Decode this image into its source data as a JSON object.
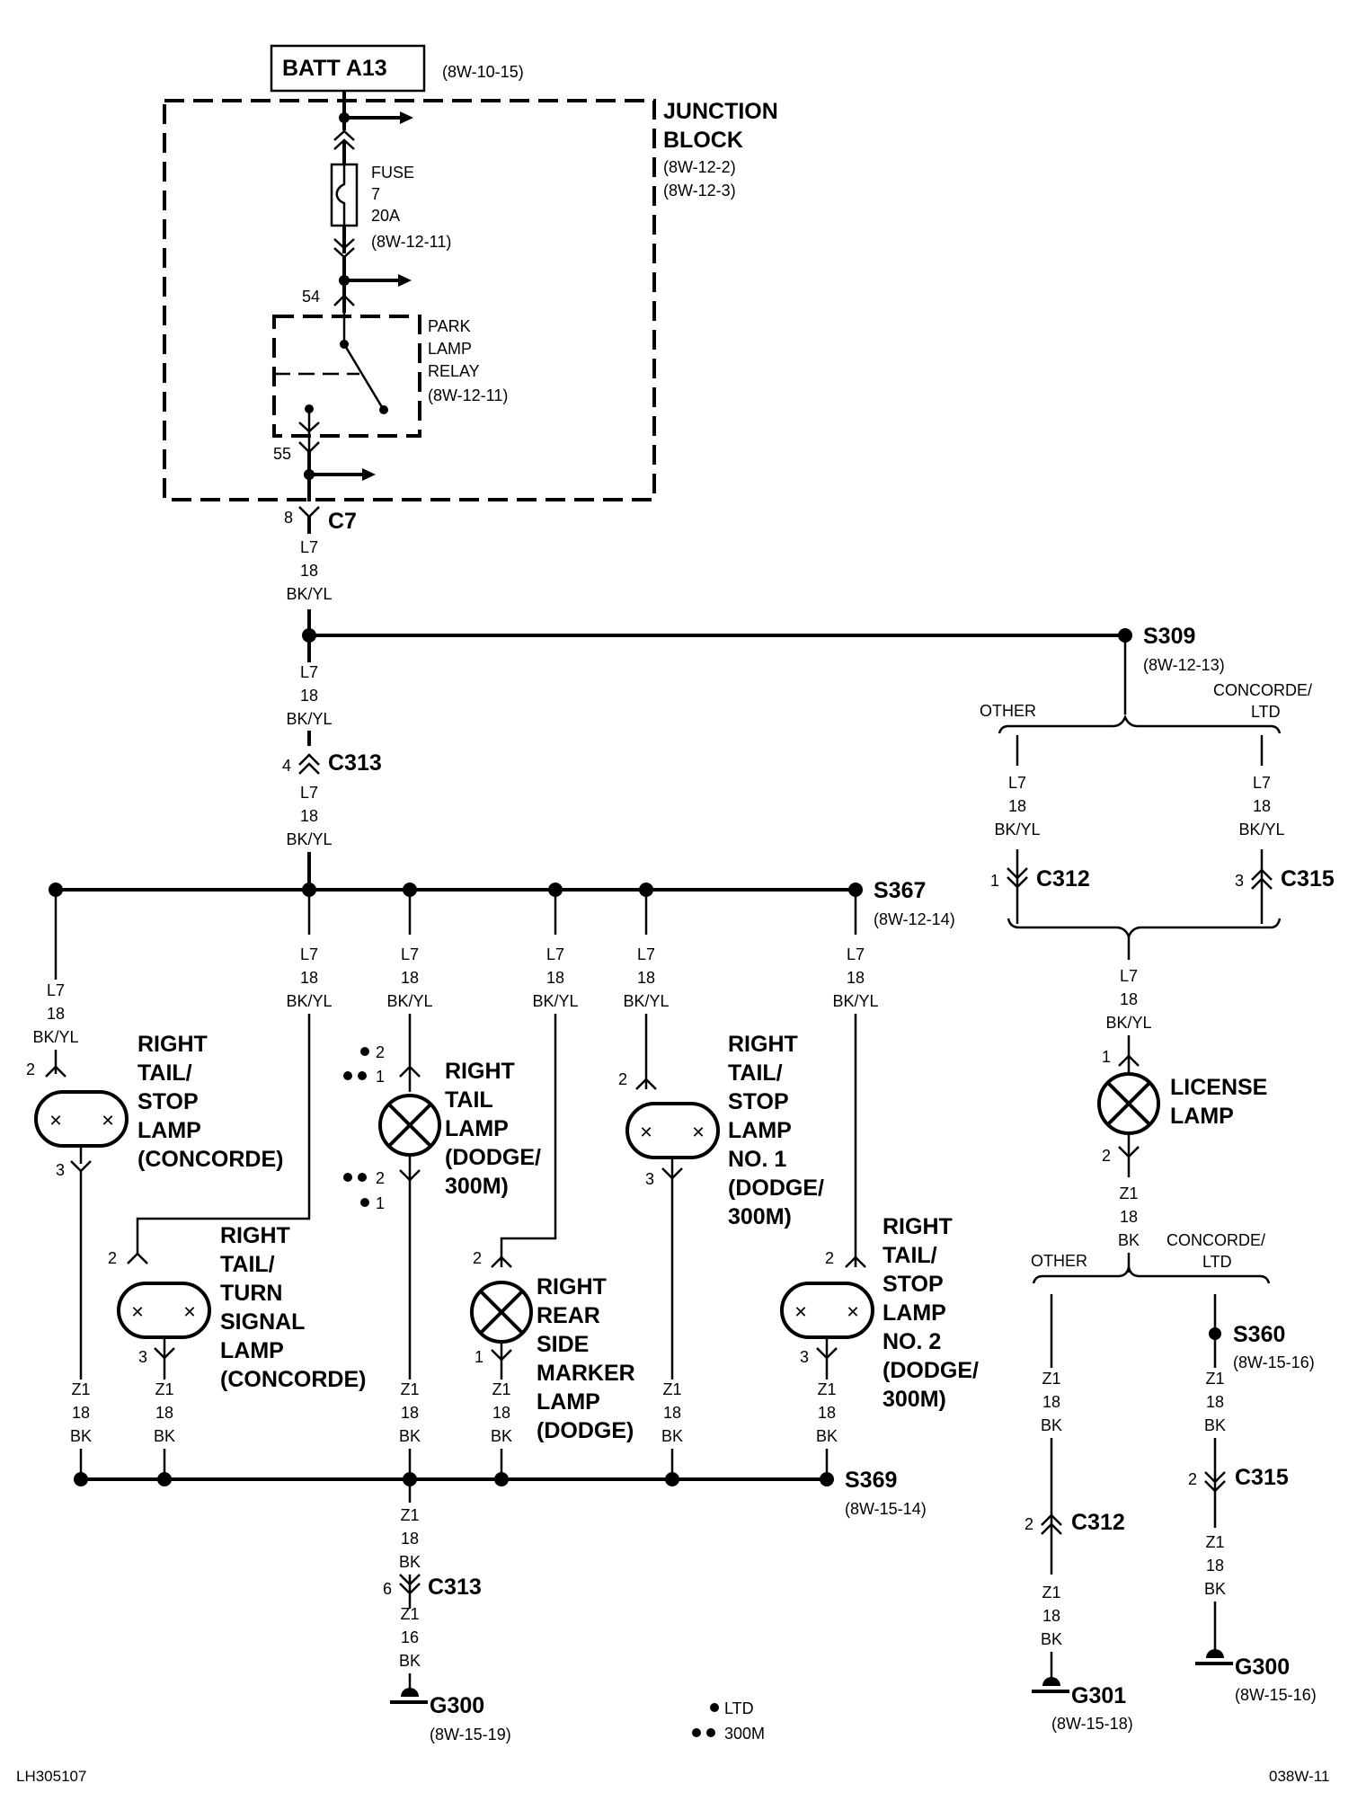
{
  "battery_label": "BATT A13",
  "battery_ref": "(8W-10-15)",
  "junction_block": {
    "line1": "JUNCTION",
    "line2": "BLOCK",
    "ref1": "(8W-12-2)",
    "ref2": "(8W-12-3)"
  },
  "fuse": {
    "l1": "FUSE",
    "l2": "7",
    "l3": "20A",
    "ref": "(8W-12-11)"
  },
  "relay": {
    "l1": "PARK",
    "l2": "LAMP",
    "l3": "RELAY",
    "ref": "(8W-12-11)",
    "pin_in": "54",
    "pin_out": "55"
  },
  "c7": {
    "name": "C7",
    "pin": "8"
  },
  "wire_l7": {
    "code": "L7",
    "gauge": "18",
    "color": "BK/YL"
  },
  "wire_z1": {
    "code": "Z1",
    "gauge": "18",
    "color": "BK"
  },
  "wire_z1_16": {
    "code": "Z1",
    "gauge": "16",
    "color": "BK"
  },
  "s309": {
    "name": "S309",
    "ref": "(8W-12-13)"
  },
  "branch": {
    "other": "OTHER",
    "concorde1": "CONCORDE/",
    "concorde2": "LTD"
  },
  "c313": {
    "name": "C313",
    "pin_top": "4",
    "pin_bottom": "6"
  },
  "c312": {
    "name": "C312",
    "pin_top": "1",
    "pin_bottom": "2"
  },
  "c315": {
    "name": "C315",
    "pin_top": "3",
    "pin_bottom": "2"
  },
  "s367": {
    "name": "S367",
    "ref": "(8W-12-14)"
  },
  "s369": {
    "name": "S369",
    "ref": "(8W-15-14)"
  },
  "s360": {
    "name": "S360",
    "ref": "(8W-15-16)"
  },
  "lamp_concorde_stop": {
    "l1": "RIGHT",
    "l2": "TAIL/",
    "l3": "STOP",
    "l4": "LAMP",
    "l5": "(CONCORDE)",
    "pin_top": "2",
    "pin_bottom": "3"
  },
  "lamp_concorde_turn": {
    "l1": "RIGHT",
    "l2": "TAIL/",
    "l3": "TURN",
    "l4": "SIGNAL",
    "l5": "LAMP",
    "l6": "(CONCORDE)",
    "pin_top": "2",
    "pin_bottom": "3"
  },
  "lamp_dodge_tail": {
    "l1": "RIGHT",
    "l2": "TAIL",
    "l3": "LAMP",
    "l4": "(DODGE/",
    "l5": "300M)",
    "pin_a": "2",
    "pin_b": "1"
  },
  "lamp_marker": {
    "l1": "RIGHT",
    "l2": "REAR",
    "l3": "SIDE",
    "l4": "MARKER",
    "l5": "LAMP",
    "l6": "(DODGE)",
    "pin_top": "2",
    "pin_bottom": "1"
  },
  "lamp_stop1": {
    "l1": "RIGHT",
    "l2": "TAIL/",
    "l3": "STOP",
    "l4": "LAMP",
    "l5": "NO. 1",
    "l6": "(DODGE/",
    "l7": "300M)",
    "pin_top": "2",
    "pin_bottom": "3"
  },
  "lamp_stop2": {
    "l1": "RIGHT",
    "l2": "TAIL/",
    "l3": "STOP",
    "l4": "LAMP",
    "l5": "NO. 2",
    "l6": "(DODGE/",
    "l7": "300M)",
    "pin_top": "2",
    "pin_bottom": "3"
  },
  "lamp_license": {
    "l1": "LICENSE",
    "l2": "LAMP",
    "pin_top": "1",
    "pin_bottom": "2"
  },
  "g300_left": {
    "name": "G300",
    "ref": "(8W-15-19)"
  },
  "g301": {
    "name": "G301",
    "ref": "(8W-15-18)"
  },
  "g300_right": {
    "name": "G300",
    "ref": "(8W-15-16)"
  },
  "legend": {
    "ltd": "LTD",
    "m300": "300M"
  },
  "figure_id": "LH305107",
  "page_id": "038W-11"
}
